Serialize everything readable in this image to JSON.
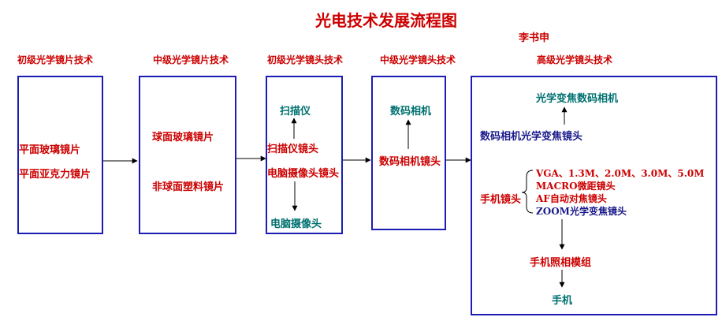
{
  "title": "光电技术发展流程图",
  "author": "李书申",
  "stages": [
    "初级光学镜片技术",
    "中级光学镜片技术",
    "初级光学镜头技术",
    "中级光学镜头技术",
    "高级光学镜头技术"
  ],
  "box1": {
    "items": [
      "平面玻璃镜片",
      "平面亚克力镜片"
    ]
  },
  "box2": {
    "items": [
      "球面玻璃镜片",
      "非球面塑料镜片"
    ]
  },
  "box3": {
    "top": "扫描仪",
    "mid1": "扫描仪镜头",
    "mid2": "电脑摄像头镜头",
    "bottom": "电脑摄像头"
  },
  "box4": {
    "top": "数码相机",
    "mid": "数码相机镜头"
  },
  "box5": {
    "top": "光学变焦数码相机",
    "mid": "数码相机光学变焦镜头",
    "phone_lens": "手机镜头",
    "features": [
      "VGA、1.3M、2.0M、3.0M、5.0M",
      "MACRO微距镜头",
      "AF自动对焦镜头",
      "ZOOM光学变焦镜头"
    ],
    "module": "手机照相模组",
    "phone": "手机"
  }
}
